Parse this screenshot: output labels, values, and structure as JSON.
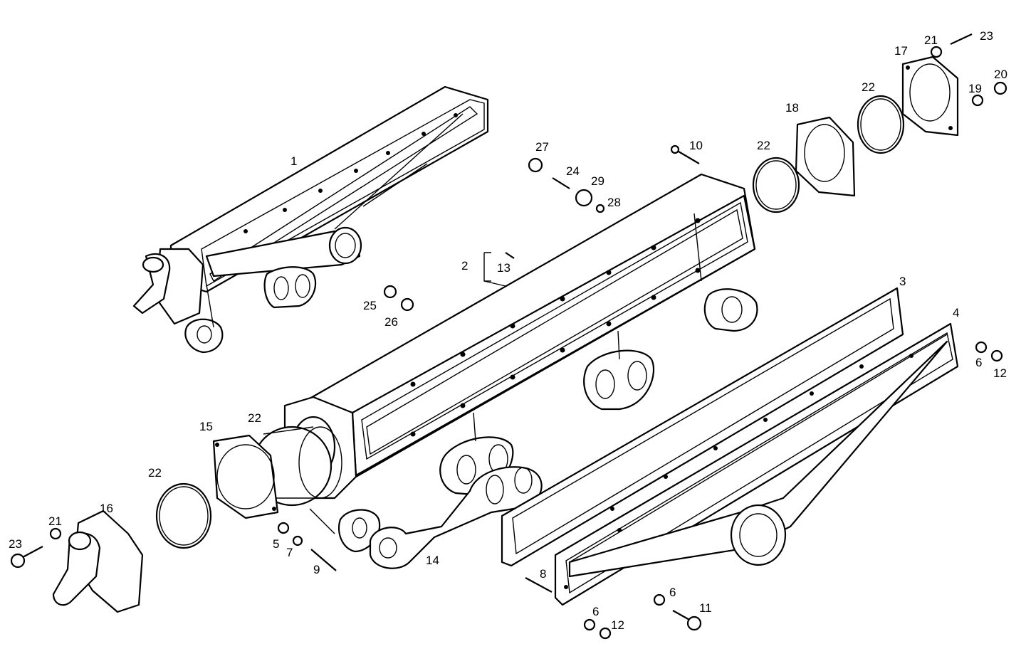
{
  "diagram": {
    "type": "exploded-parts-drawing",
    "callouts": [
      {
        "id": "c1",
        "label": "1"
      },
      {
        "id": "c2",
        "label": "2"
      },
      {
        "id": "c13",
        "label": "13"
      },
      {
        "id": "c3",
        "label": "3"
      },
      {
        "id": "c4",
        "label": "4"
      },
      {
        "id": "c5",
        "label": "5"
      },
      {
        "id": "c6a",
        "label": "6"
      },
      {
        "id": "c6b",
        "label": "6"
      },
      {
        "id": "c6c",
        "label": "6"
      },
      {
        "id": "c7",
        "label": "7"
      },
      {
        "id": "c8",
        "label": "8"
      },
      {
        "id": "c9",
        "label": "9"
      },
      {
        "id": "c10",
        "label": "10"
      },
      {
        "id": "c11",
        "label": "11"
      },
      {
        "id": "c12a",
        "label": "12"
      },
      {
        "id": "c12b",
        "label": "12"
      },
      {
        "id": "c14",
        "label": "14"
      },
      {
        "id": "c15",
        "label": "15"
      },
      {
        "id": "c16",
        "label": "16"
      },
      {
        "id": "c17",
        "label": "17"
      },
      {
        "id": "c18",
        "label": "18"
      },
      {
        "id": "c19",
        "label": "19"
      },
      {
        "id": "c20",
        "label": "20"
      },
      {
        "id": "c21a",
        "label": "21"
      },
      {
        "id": "c21b",
        "label": "21"
      },
      {
        "id": "c22a",
        "label": "22"
      },
      {
        "id": "c22b",
        "label": "22"
      },
      {
        "id": "c22c",
        "label": "22"
      },
      {
        "id": "c22d",
        "label": "22"
      },
      {
        "id": "c23a",
        "label": "23"
      },
      {
        "id": "c23b",
        "label": "23"
      },
      {
        "id": "c24",
        "label": "24"
      },
      {
        "id": "c25",
        "label": "25"
      },
      {
        "id": "c26",
        "label": "26"
      },
      {
        "id": "c27",
        "label": "27"
      },
      {
        "id": "c28",
        "label": "28"
      },
      {
        "id": "c29",
        "label": "29"
      }
    ]
  }
}
